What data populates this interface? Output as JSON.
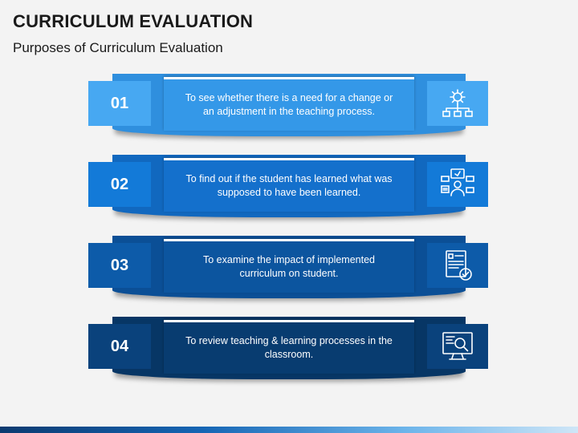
{
  "header": {
    "title": "CURRICULUM EVALUATION",
    "subtitle": "Purposes of Curriculum Evaluation"
  },
  "items": [
    {
      "number": "01",
      "text": "To see whether there is a need for a change or an adjustment in the teaching process.",
      "icon": "gear-network-icon",
      "band_color": "#2f8fde",
      "box_color": "#47a8f2",
      "text_color": "#3498e8"
    },
    {
      "number": "02",
      "text": "To find out if the student has learned what was supposed to have been learned.",
      "icon": "student-feedback-icon",
      "band_color": "#1168bf",
      "box_color": "#137ad8",
      "text_color": "#1470cc"
    },
    {
      "number": "03",
      "text": "To examine the impact of implemented curriculum on student.",
      "icon": "checklist-document-icon",
      "band_color": "#0b4f96",
      "box_color": "#0d5ba9",
      "text_color": "#0c559f"
    },
    {
      "number": "04",
      "text": "To review teaching & learning processes in the classroom.",
      "icon": "monitor-search-icon",
      "band_color": "#073665",
      "box_color": "#0a427c",
      "text_color": "#083c70"
    }
  ],
  "colors": {
    "footer_start": "#0b3a70",
    "footer_end": "#cfe6f7"
  }
}
